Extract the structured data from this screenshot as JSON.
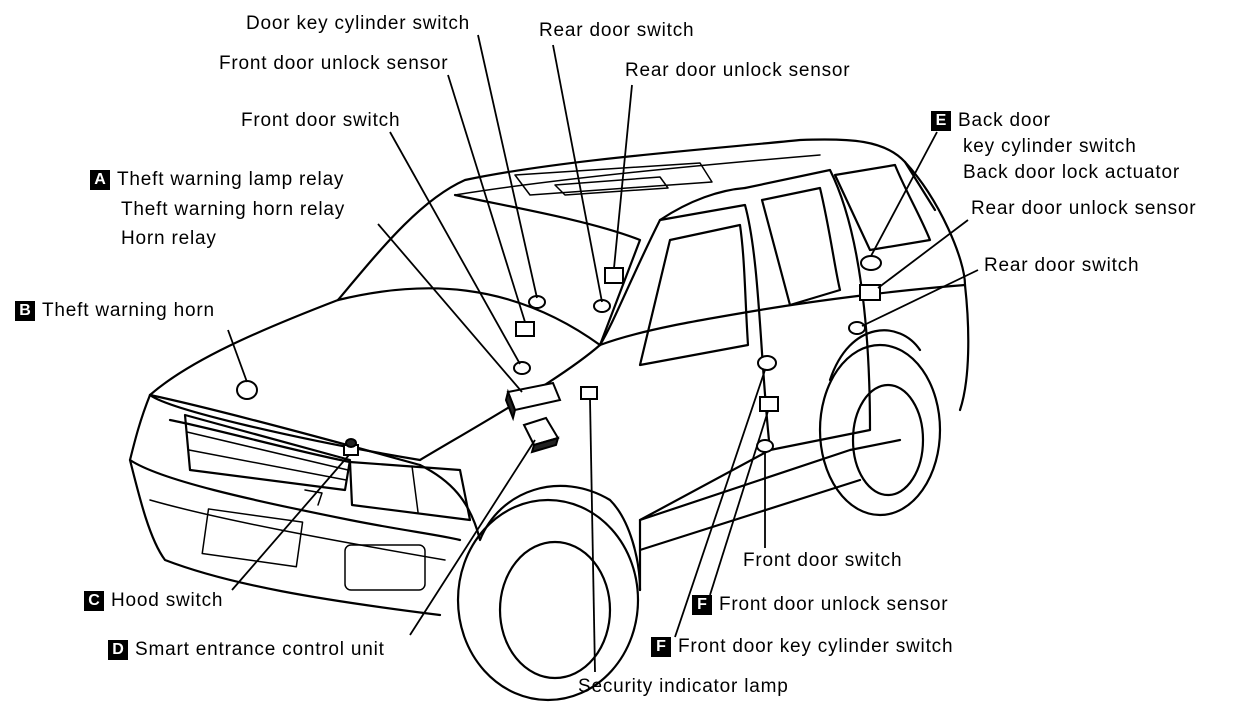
{
  "labels": {
    "door_key_cylinder_switch": "Door key cylinder switch",
    "front_door_unlock_sensor_top": "Front door unlock sensor",
    "rear_door_switch_top": "Rear door switch",
    "rear_door_unlock_sensor_top": "Rear door unlock sensor",
    "front_door_switch_top": "Front door switch",
    "group_a": {
      "badge": "A",
      "line1": "Theft warning lamp relay",
      "line2": "Theft warning horn relay",
      "line3": "Horn relay"
    },
    "group_b": {
      "badge": "B",
      "text": "Theft warning horn"
    },
    "group_c": {
      "badge": "C",
      "text": "Hood switch"
    },
    "group_d": {
      "badge": "D",
      "text": "Smart entrance control unit"
    },
    "group_e": {
      "badge": "E",
      "line1": "Back door",
      "line2": "key cylinder switch",
      "line3": "Back door lock actuator"
    },
    "rear_door_unlock_sensor_right": "Rear door unlock sensor",
    "rear_door_switch_right": "Rear door switch",
    "front_door_switch_bottom": "Front door switch",
    "group_f1": {
      "badge": "F",
      "text": "Front door unlock sensor"
    },
    "group_f2": {
      "badge": "F",
      "text": "Front door key cylinder switch"
    },
    "security_indicator_lamp": "Security indicator lamp"
  }
}
